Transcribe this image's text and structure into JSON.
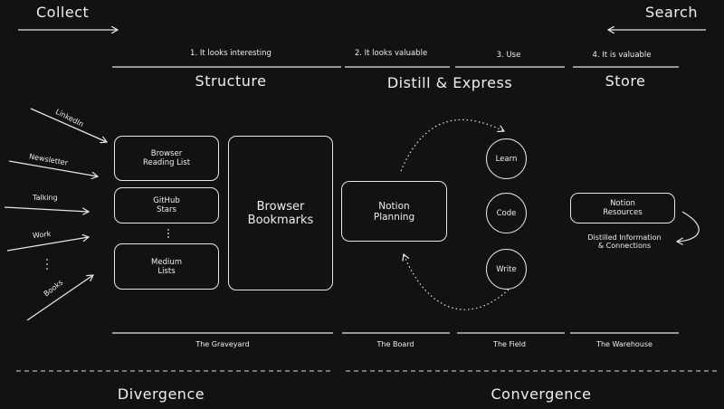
{
  "top": {
    "left_label": "Collect",
    "right_label": "Search"
  },
  "stages": [
    {
      "step": "1. It looks interesting",
      "name": "Structure"
    },
    {
      "step": "2. It looks valuable",
      "name": "Distill & Express"
    },
    {
      "step": "3. Use",
      "name": ""
    },
    {
      "step": "4. It is valuable",
      "name": "Store"
    }
  ],
  "sources": [
    "LinkedIn",
    "Newsletter",
    "Talking",
    "Work",
    "Books"
  ],
  "structure": {
    "reading_list": [
      "Browser",
      "Reading List"
    ],
    "github_stars": [
      "GitHub",
      "Stars"
    ],
    "medium_lists": [
      "Medium",
      "Lists"
    ],
    "bookmarks": [
      "Browser",
      "Bookmarks"
    ]
  },
  "distill": {
    "planning": [
      "Notion",
      "Planning"
    ]
  },
  "use": {
    "learn": "Learn",
    "code": "Code",
    "write": "Write"
  },
  "store": {
    "resources": [
      "Notion",
      "Resources"
    ],
    "note": [
      "Distilled Information",
      "& Connections"
    ]
  },
  "zones": [
    "The Graveyard",
    "The Board",
    "The Field",
    "The Warehouse"
  ],
  "phases": {
    "divergence": "Divergence",
    "convergence": "Convergence"
  }
}
